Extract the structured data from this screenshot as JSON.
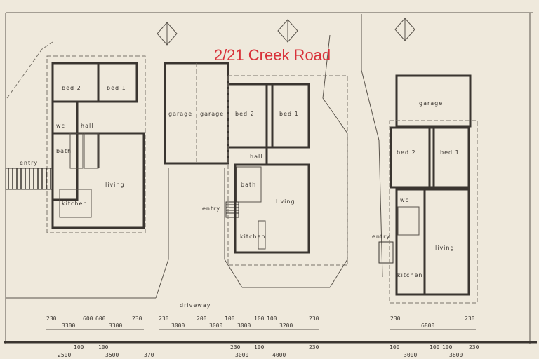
{
  "title": "2/21 Creek Road",
  "colors": {
    "paper": "#efe9dc",
    "ink": "#3a3530",
    "title": "#d8323a"
  },
  "units": [
    {
      "rooms": {
        "bed_2": "bed 2",
        "bed_1": "bed 1",
        "hall": "hall",
        "wc": "wc",
        "bath": "bath",
        "living": "living",
        "kitchen": "kitchen",
        "entry": "entry"
      }
    },
    {
      "rooms": {
        "garage_a": "garage",
        "garage_b": "garage",
        "bed_2": "bed 2",
        "bed_1": "bed 1",
        "hall": "hall",
        "bath": "bath",
        "living": "living",
        "kitchen": "kitchen",
        "entry": "entry"
      }
    },
    {
      "rooms": {
        "garage": "garage",
        "bed_2": "bed 2",
        "bed_1": "bed 1",
        "wc": "wc",
        "living": "living",
        "kitchen": "kitchen",
        "entry": "entry"
      }
    }
  ],
  "driveway": "driveway",
  "dimensions_row1": [
    "230",
    "3300",
    "600",
    "600",
    "3300",
    "230",
    "230",
    "3000",
    "200",
    "3000",
    "100",
    "3000",
    "100",
    "100",
    "3200",
    "230",
    "230",
    "6800",
    "230"
  ],
  "dimensions_row2": [
    "100",
    "100",
    "2500",
    "3500",
    "370",
    "230",
    "3000",
    "100",
    "4000",
    "230",
    "100",
    "3000",
    "100",
    "100",
    "3800",
    "230"
  ]
}
